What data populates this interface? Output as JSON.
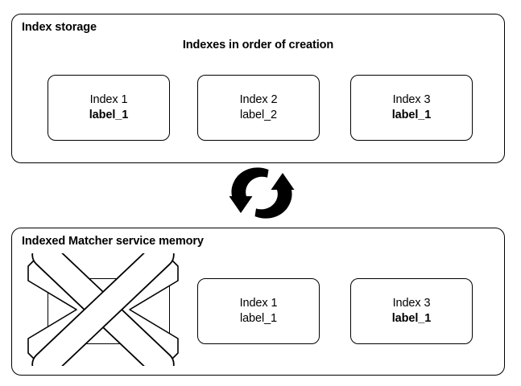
{
  "diagram": {
    "title_icons": {
      "sync": "sync-arrows-icon",
      "removed": "cross-out-icon"
    },
    "storage_panel": {
      "title": "Index storage",
      "subtitle": "Indexes in order of creation",
      "cards": [
        {
          "name": "Index 1",
          "label": "label_1",
          "label_bold": true
        },
        {
          "name": "Index 2",
          "label": "label_2",
          "label_bold": false
        },
        {
          "name": "Index 3",
          "label": "label_1",
          "label_bold": true
        }
      ]
    },
    "memory_panel": {
      "title": "Indexed Matcher service memory",
      "cards": [
        {
          "name": "",
          "label": "",
          "label_bold": false,
          "crossed_out": true
        },
        {
          "name": "Index 1",
          "label": "label_1",
          "label_bold": false,
          "crossed_out": false
        },
        {
          "name": "Index 3",
          "label": "label_1",
          "label_bold": true,
          "crossed_out": false
        }
      ]
    },
    "colors": {
      "stroke": "#000000",
      "background": "#ffffff",
      "text": "#000000"
    }
  }
}
